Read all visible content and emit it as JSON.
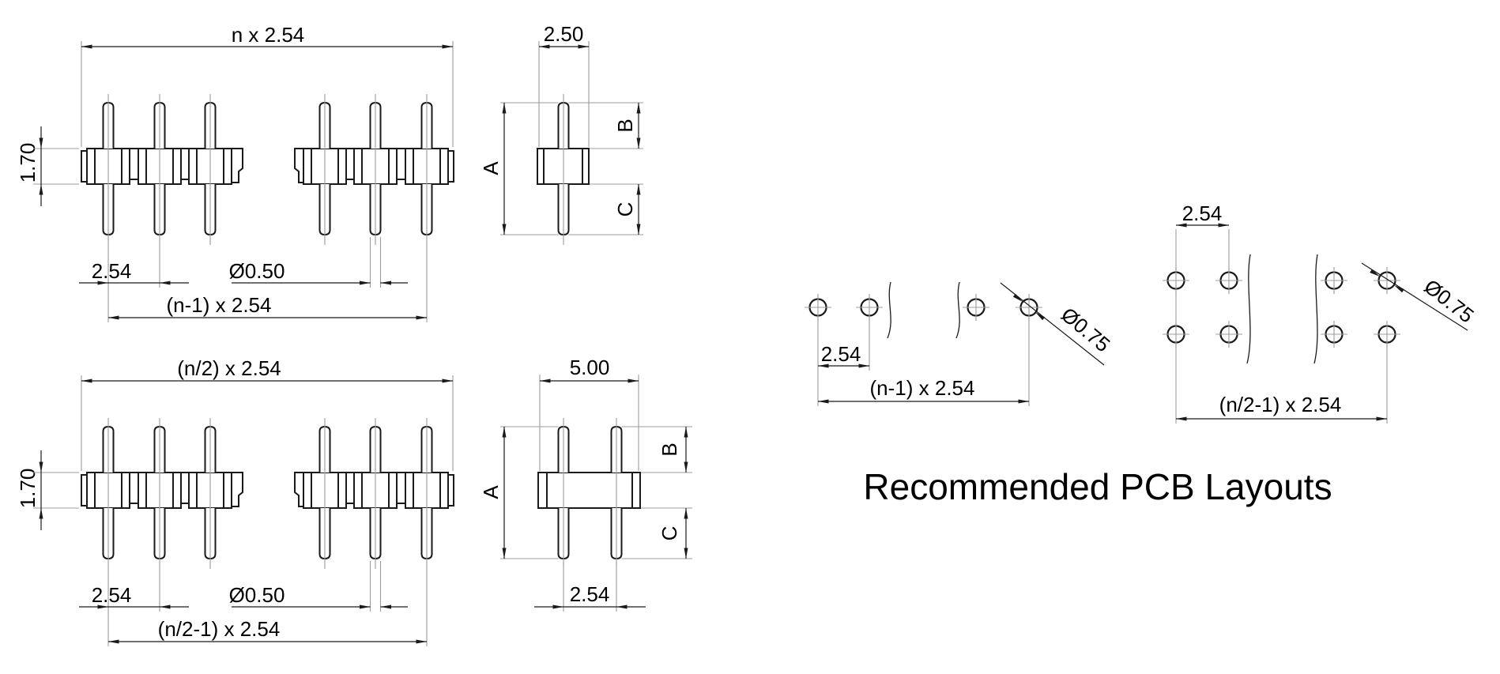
{
  "drawing": {
    "background": "#ffffff",
    "object_line_color": "#1a1a1a",
    "dimension_line_color": "#1a1a1a",
    "extension_line_color": "#9c9c9c"
  },
  "views": {
    "single_row_front": {
      "overall_span": "n x 2.54",
      "body_height": "1.70",
      "pin_pitch": "2.54",
      "pin_diameter": "Ø0.50",
      "pin_center_span": "(n-1) x 2.54"
    },
    "single_row_side": {
      "body_width": "2.50",
      "overall_height": "A",
      "top_pin_length": "B",
      "bottom_pin_length": "C"
    },
    "dual_row_front": {
      "overall_span": "(n/2) x 2.54",
      "body_height": "1.70",
      "pin_pitch": "2.54",
      "pin_diameter": "Ø0.50",
      "pin_center_span": "(n/2-1) x 2.54"
    },
    "dual_row_side": {
      "body_width": "5.00",
      "overall_height": "A",
      "top_pin_length": "B",
      "bottom_pin_length": "C",
      "row_pitch": "2.54"
    },
    "pcb_layout_single": {
      "hole_pitch": "2.54",
      "hole_span": "(n-1) x 2.54",
      "hole_diameter": "Ø0.75"
    },
    "pcb_layout_dual": {
      "hole_pitch": "2.54",
      "hole_span": "(n/2-1) x 2.54",
      "hole_diameter": "Ø0.75"
    }
  },
  "caption": "Recommended PCB Layouts"
}
